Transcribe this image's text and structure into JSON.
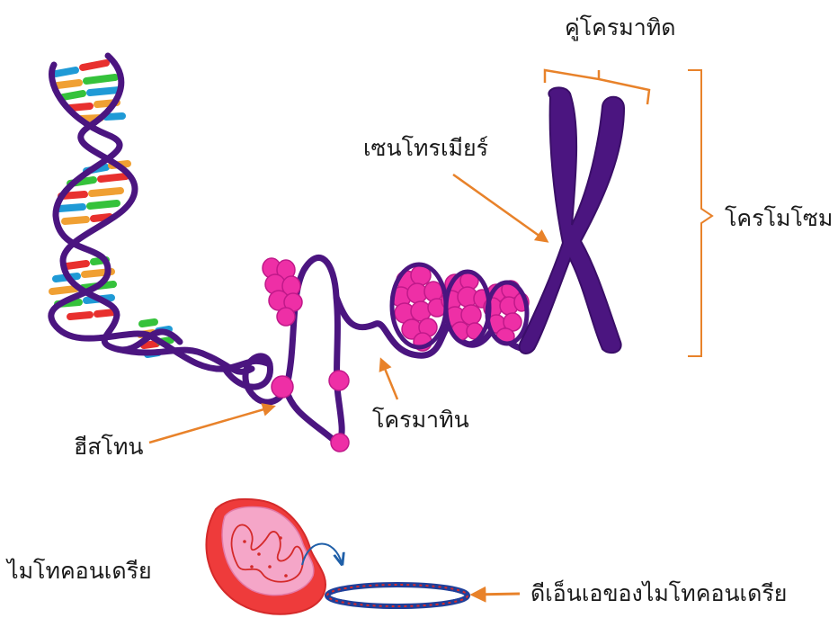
{
  "labels": {
    "sister_chromatids": "คู่โครมาทิด",
    "centromere": "เซนโทรเมียร์",
    "chromosome": "โครโมโซม",
    "chromatin": "โครมาทิน",
    "histone": "ฮีสโทน",
    "mitochondria": "ไมโทคอนเดรีย",
    "mitochondrial_dna": "ดีเอ็นเอของไมโทคอนเดรีย"
  },
  "colors": {
    "dna_strand": "#4b1580",
    "histone": "#ee2fa6",
    "arrow": "#e8822a",
    "mito_outer": "#ee3b3b",
    "mito_inner": "#f5a6c8",
    "base_pairs": [
      "#1f9ad6",
      "#f0a033",
      "#e8302e",
      "#35c23b"
    ]
  }
}
